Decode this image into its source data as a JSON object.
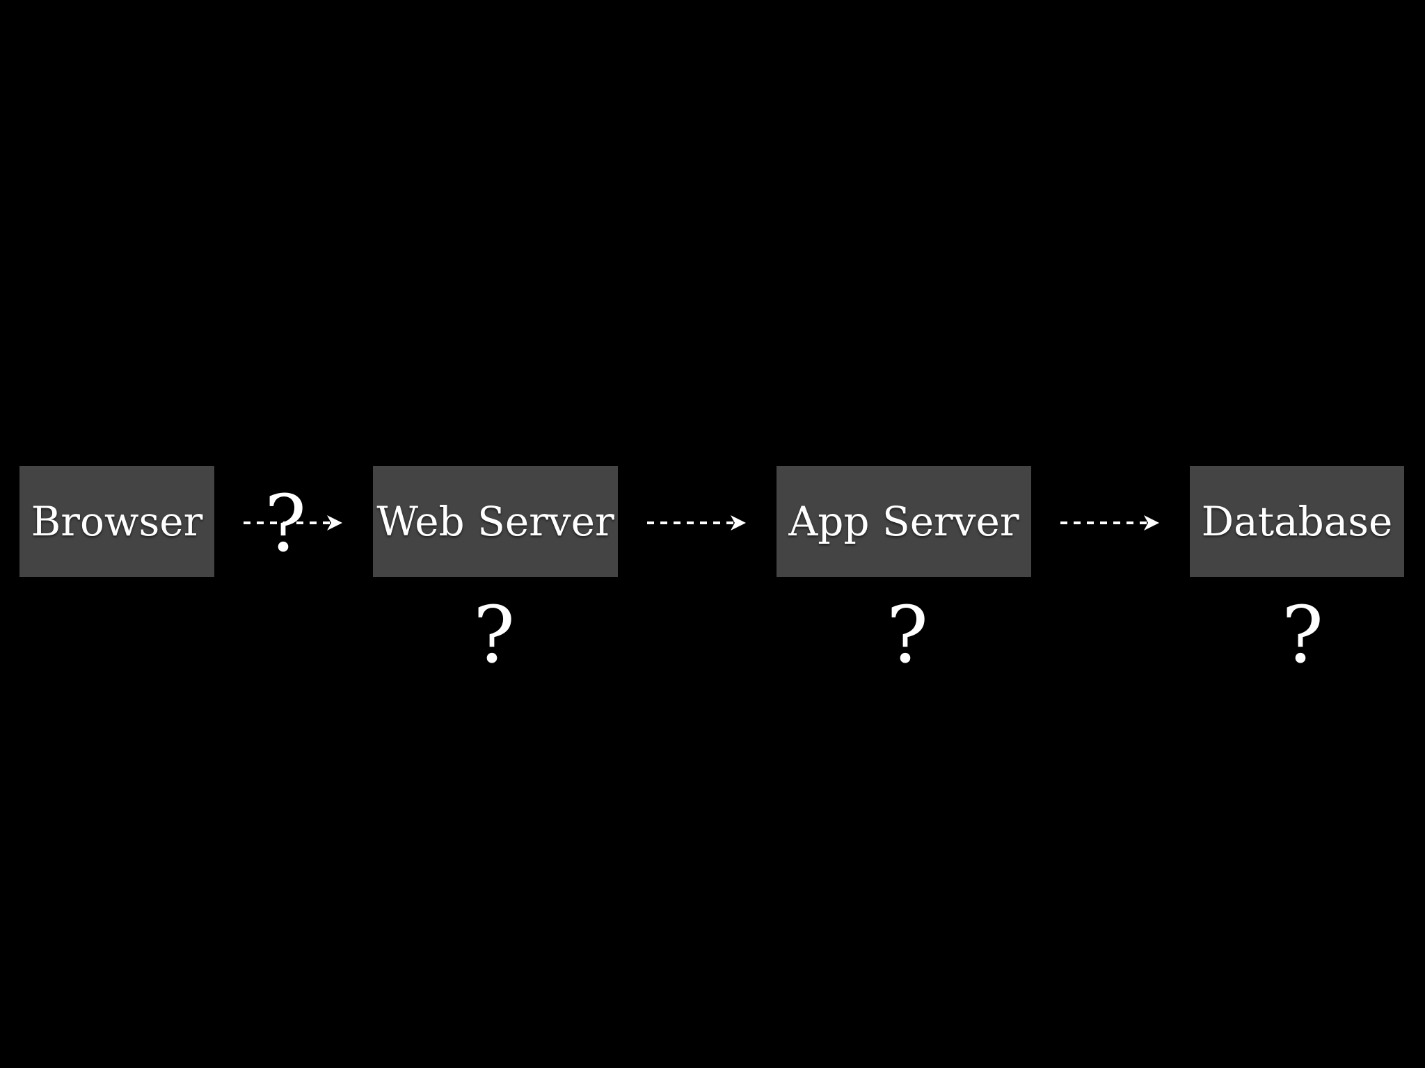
{
  "nodes": {
    "browser": "Browser",
    "web_server": "Web Server",
    "app_server": "App Server",
    "database": "Database"
  },
  "question_marks": {
    "connection": "?",
    "web_server": "?",
    "app_server": "?",
    "database": "?"
  },
  "colors": {
    "background": "#000000",
    "box_fill": "#444444",
    "text": "#ffffff",
    "arrow": "#ffffff"
  },
  "edges": [
    {
      "from": "Browser",
      "to": "Web Server",
      "style": "dashed"
    },
    {
      "from": "Web Server",
      "to": "App Server",
      "style": "dashed"
    },
    {
      "from": "App Server",
      "to": "Database",
      "style": "dashed"
    }
  ]
}
